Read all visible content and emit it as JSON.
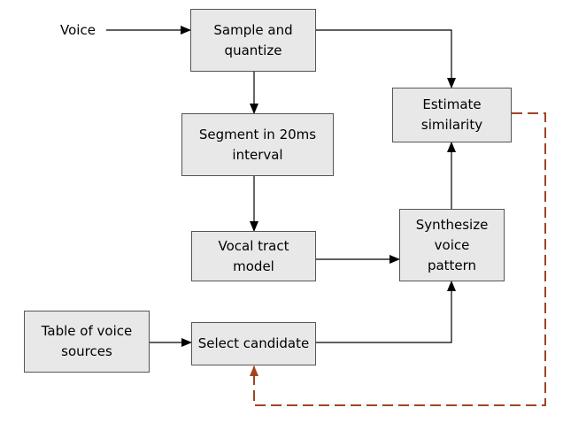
{
  "diagram": {
    "input_label": "Voice",
    "nodes": {
      "sample": {
        "lines": [
          "Sample and",
          "quantize"
        ]
      },
      "segment": {
        "lines": [
          "Segment in 20ms",
          "interval"
        ]
      },
      "vocal": {
        "lines": [
          "Vocal tract",
          "model"
        ]
      },
      "table": {
        "lines": [
          "Table of voice",
          "sources"
        ]
      },
      "select": {
        "lines": [
          "Select candidate"
        ]
      },
      "synth": {
        "lines": [
          "Synthesize",
          "voice",
          "pattern"
        ]
      },
      "estimate": {
        "lines": [
          "Estimate",
          "similarity"
        ]
      }
    },
    "colors": {
      "box_fill": "#e8e8e8",
      "box_border": "#555555",
      "arrow": "#000000",
      "feedback": "#a0461e"
    }
  }
}
